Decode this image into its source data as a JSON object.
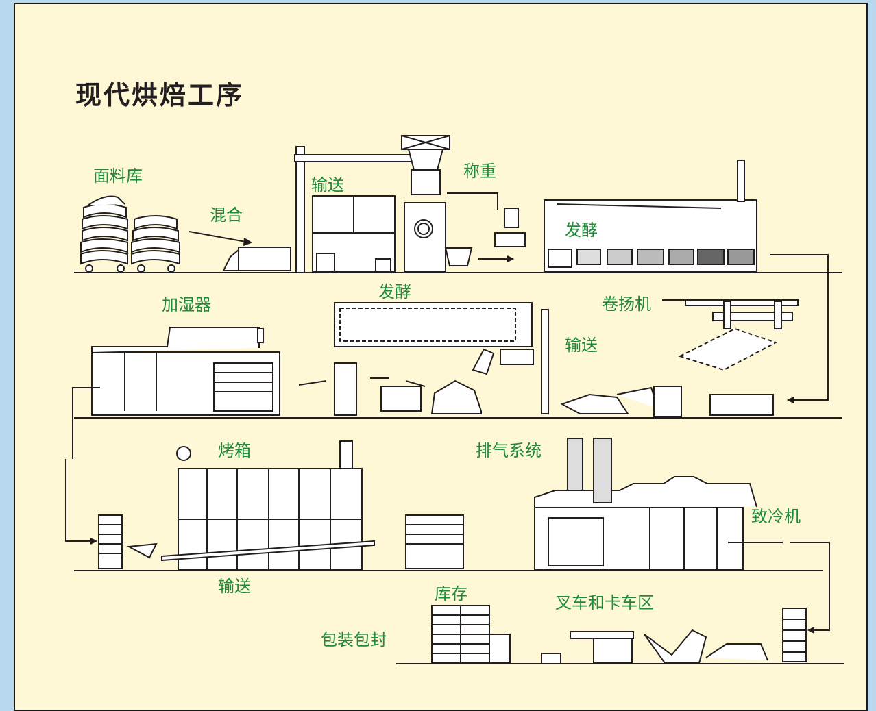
{
  "title": "现代烘焙工序",
  "labels": {
    "flour_storage": "面料库",
    "mixing": "混合",
    "conveying_1": "输送",
    "weighing": "称重",
    "fermentation_1": "发酵",
    "humidifier": "加湿器",
    "fermentation_2": "发酵",
    "winch": "卷扬机",
    "conveying_2": "输送",
    "oven": "烤箱",
    "exhaust_system": "排气系统",
    "cooler": "致冷机",
    "conveying_3": "输送",
    "storage": "库存",
    "forklift_truck_area": "叉车和卡车区",
    "packaging": "包装包封"
  },
  "colors": {
    "background": "#fef8d6",
    "outer": "#b8d8f0",
    "label": "#1f8b3a",
    "line": "#231f20"
  }
}
